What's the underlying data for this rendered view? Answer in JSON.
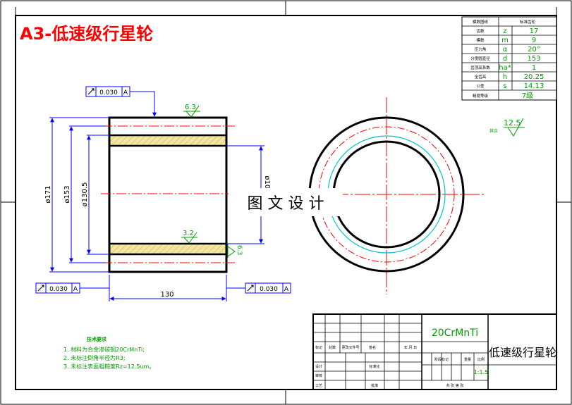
{
  "title": "A3-低速级行星轮",
  "watermark": "图 文 设 计",
  "param_table": {
    "header": [
      "模数图纸",
      "标准齿轮"
    ],
    "rows": [
      {
        "label": "齿数",
        "sym": "z",
        "val": "17"
      },
      {
        "label": "模数",
        "sym": "m",
        "val": "9"
      },
      {
        "label": "压力角",
        "sym": "α",
        "val": "20°"
      },
      {
        "label": "分度圆直径",
        "sym": "d",
        "val": "153"
      },
      {
        "label": "齿顶高系数",
        "sym": "ha*",
        "val": "1"
      },
      {
        "label": "全齿高",
        "sym": "h",
        "val": "20.25"
      },
      {
        "label": "公差",
        "sym": "s",
        "val": "14.13"
      },
      {
        "label": "精度等级",
        "sym": "",
        "val": "7级"
      }
    ]
  },
  "roughness": {
    "other_label": "其余",
    "other_value": "12.5",
    "top": "6.3",
    "bottom": "3.2",
    "right": "6.3"
  },
  "tolerances": {
    "top": "0.030",
    "left": "0.030",
    "right": "0.030",
    "datum": "A"
  },
  "dimensions": {
    "d171": "ø171",
    "d153": "ø153",
    "d130": "ø130.5",
    "bore": "ø104",
    "length": "130"
  },
  "tech_notes": {
    "title": "技术要求",
    "items": [
      "1. 材料为合金渗碳钢20CrMnTi;",
      "2. 未标注倒角半径为R3;",
      "3. 未标注表面粗糙度Rz=12.5um。"
    ]
  },
  "title_block": {
    "material": "20CrMnTi",
    "name": "低速级行星轮",
    "scale": "1:1.5",
    "row_labels": [
      "标记",
      "处数",
      "更改文件号",
      "签名",
      "年.月.日"
    ],
    "design": "设计",
    "standard": "标准化",
    "check": "审核",
    "process": "工艺",
    "approve": "批准",
    "stage": "阶段标记",
    "weight": "重量",
    "ratio": "比例",
    "sheets": "共 张 第 张"
  },
  "colors": {
    "outline": "#000000",
    "red": "#ff0000",
    "cyan": "#00c8c8",
    "green": "#00a000",
    "blue": "#0000ff",
    "hatch": "#f2e6a0"
  }
}
